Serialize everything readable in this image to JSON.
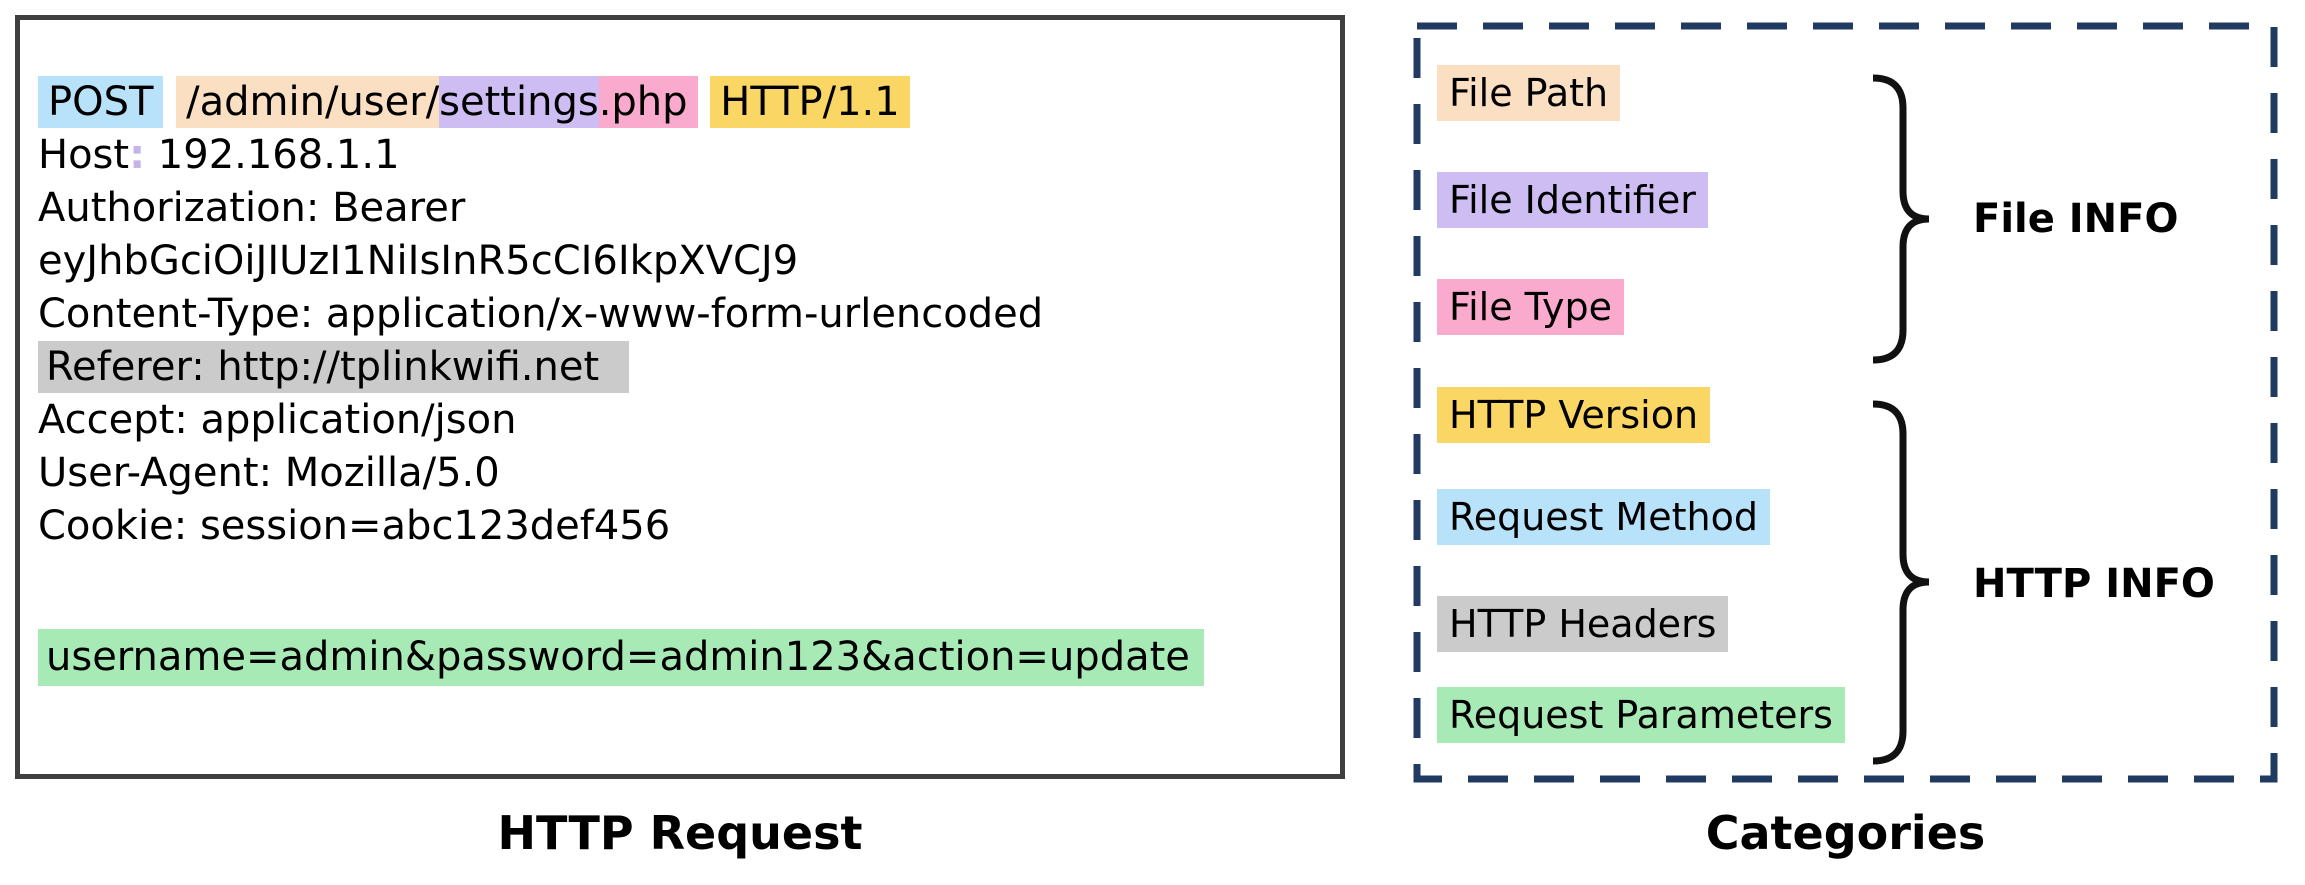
{
  "colors": {
    "request_method_bg": "#b7e2f9",
    "file_path_bg": "#fbdfc2",
    "file_identifier_bg": "#cebdf3",
    "file_type_bg": "#faaacd",
    "http_version_bg": "#fad664",
    "http_headers_bg": "#cbcbcb",
    "request_params_bg": "#a8eab6",
    "request_box_border": "#3f3f3f",
    "categories_border": "#203a61",
    "host_colon": "#c4b4ea"
  },
  "request_panel": {
    "caption": "HTTP Request",
    "request_line": {
      "method": "POST",
      "file_path": "/admin/user/",
      "file_identifier": "settings",
      "file_type": ".php",
      "http_version": "HTTP/1.1"
    },
    "host_header": {
      "name": "Host",
      "colon": ":",
      "value": " 192.168.1.1"
    },
    "authorization_header": "Authorization: Bearer",
    "authorization_token": "eyJhbGciOiJIUzI1NiIsInR5cCI6IkpXVCJ9",
    "content_type_header": "Content-Type: application/x-www-form-urlencoded",
    "referer_header": "Referer: http://tplinkwifi.net",
    "accept_header": "Accept: application/json",
    "user_agent_header": "User-Agent: Mozilla/5.0",
    "cookie_header": "Cookie: session=abc123def456",
    "body_params": "username=admin&password=admin123&action=update"
  },
  "categories_panel": {
    "caption": "Categories",
    "items": [
      {
        "label": "File Path"
      },
      {
        "label": "File Identifier"
      },
      {
        "label": "File Type"
      },
      {
        "label": "HTTP Version"
      },
      {
        "label": "Request Method"
      },
      {
        "label": "HTTP Headers"
      },
      {
        "label": "Request Parameters"
      }
    ],
    "groups": [
      {
        "label": "File INFO"
      },
      {
        "label": "HTTP INFO"
      }
    ]
  }
}
